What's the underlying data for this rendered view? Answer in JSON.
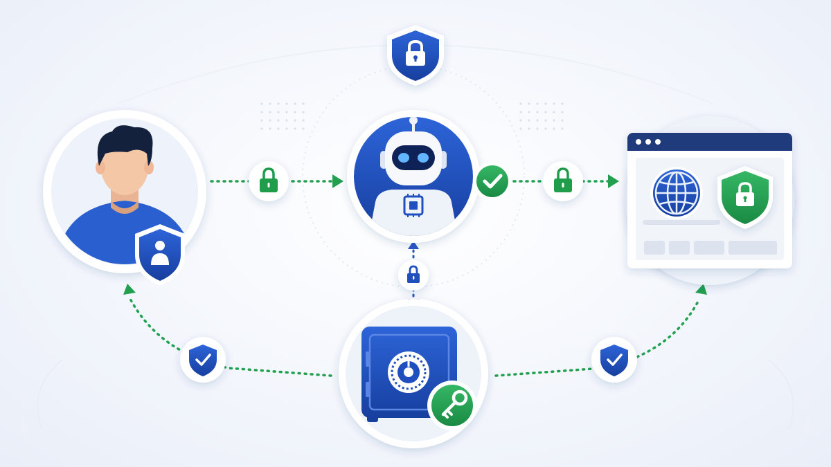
{
  "colors": {
    "brand_blue": "#1f4fbf",
    "deep_blue": "#1a3f9e",
    "accent_green": "#1f9d4b",
    "ring": "#e7ecf6",
    "background": "#f3f6fc"
  },
  "nodes": [
    {
      "id": "user",
      "icon": "user-avatar-icon",
      "badge": "user-shield-icon"
    },
    {
      "id": "ai-agent",
      "icon": "robot-icon",
      "badge": "check-badge-icon"
    },
    {
      "id": "website",
      "icon": "browser-window-icon",
      "contents": [
        "globe-icon",
        "green-shield-lock-icon"
      ]
    },
    {
      "id": "vault",
      "icon": "safe-vault-icon",
      "badge": "key-badge-icon"
    },
    {
      "id": "top-shield",
      "icon": "blue-shield-lock-icon"
    }
  ],
  "connections": [
    {
      "from": "user",
      "to": "ai-agent",
      "style": "green-dotted-arrow",
      "marker": "lock-icon"
    },
    {
      "from": "ai-agent",
      "to": "website",
      "style": "green-dotted-arrow",
      "marker": "lock-icon"
    },
    {
      "from": "ai-agent",
      "to": "vault",
      "style": "blue-dotted-bidirectional-arrow",
      "marker": "lock-icon"
    },
    {
      "from": "vault",
      "to": "user",
      "style": "green-dotted-arrow",
      "marker": "shield-check-icon"
    },
    {
      "from": "vault",
      "to": "website",
      "style": "green-dotted-arrow",
      "marker": "shield-check-icon"
    }
  ]
}
